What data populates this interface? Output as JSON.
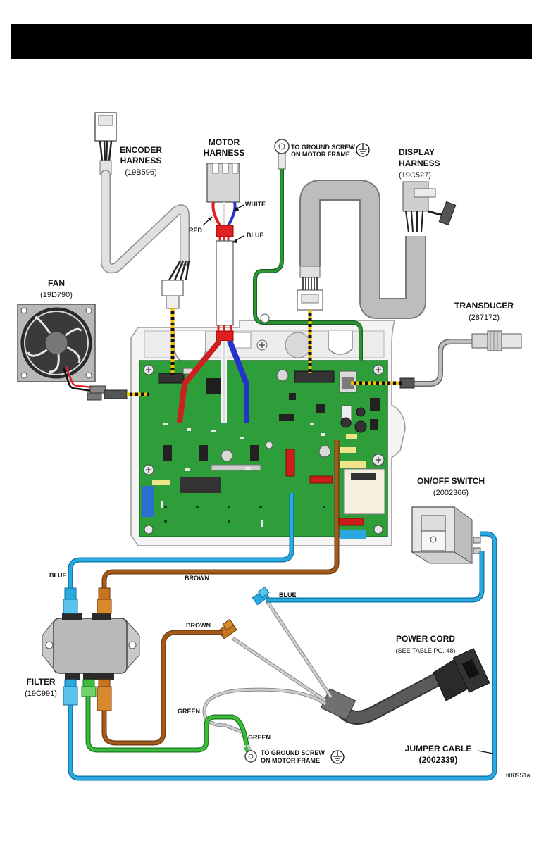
{
  "header": {
    "title": ""
  },
  "labels": {
    "encoder": {
      "name1": "ENCODER",
      "name2": "HARNESS",
      "part": "(19B596)"
    },
    "motor": {
      "name1": "MOTOR",
      "name2": "HARNESS"
    },
    "ground_top": {
      "line1": "TO GROUND SCREW",
      "line2": "ON MOTOR FRAME"
    },
    "display": {
      "name1": "DISPLAY",
      "name2": "HARNESS",
      "part": "(19C527)"
    },
    "white": "WHITE",
    "red": "RED",
    "blue_motor": "BLUE",
    "fan": {
      "name": "FAN",
      "part": "(19D790)"
    },
    "transducer": {
      "name": "TRANSDUCER",
      "part": "(287172)"
    },
    "switch": {
      "name": "ON/OFF SWITCH",
      "part": "(2002366)"
    },
    "blue_left": "BLUE",
    "brown_top": "BROWN",
    "blue_mid": "BLUE",
    "brown_mid": "BROWN",
    "power_cord": {
      "name": "POWER CORD",
      "note": "(SEE TABLE PG. 48)"
    },
    "filter": {
      "name": "FILTER",
      "part": "(19C991)"
    },
    "green1": "GREEN",
    "green2": "GREEN",
    "ground_bottom": {
      "line1": "TO GROUND SCREW",
      "line2": "ON MOTOR FRAME"
    },
    "jumper": {
      "name": "JUMPER CABLE",
      "part": "(2002339)"
    },
    "figure_id": "ti00951a"
  },
  "colors": {
    "board": "#2e9e3a",
    "blue_wire": "#29a9e0",
    "brown_wire": "#a35a1c",
    "green_wire": "#3dbb3a",
    "red_wire": "#e02020",
    "motor_blue": "#2434c8",
    "dark_green": "#1f7a2a",
    "gray_cable": "#bdbdbd",
    "connector_yellow": "#f2c200"
  }
}
